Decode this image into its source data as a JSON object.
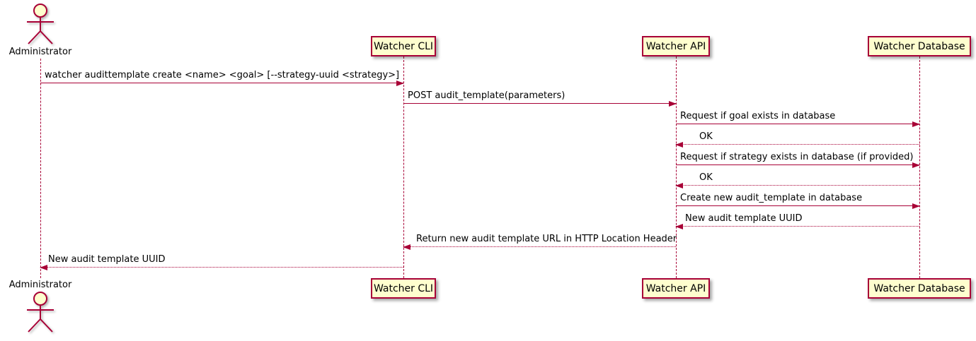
{
  "diagram_type": "uml-sequence",
  "colors": {
    "participant_fill": "#FEFECE",
    "participant_border": "#A80036",
    "line": "#A80036",
    "text": "#000000",
    "background": "#FFFFFF"
  },
  "actor": {
    "label": "Administrator"
  },
  "participants": [
    {
      "label": "Watcher CLI"
    },
    {
      "label": "Watcher API"
    },
    {
      "label": "Watcher Database"
    }
  ],
  "messages": [
    {
      "from": "Administrator",
      "to": "Watcher CLI",
      "style": "solid",
      "text": "watcher audittemplate create <name> <goal> [--strategy-uuid <strategy>]"
    },
    {
      "from": "Watcher CLI",
      "to": "Watcher API",
      "style": "solid",
      "text": "POST audit_template(parameters)"
    },
    {
      "from": "Watcher API",
      "to": "Watcher Database",
      "style": "solid",
      "text": "Request if goal exists in database"
    },
    {
      "from": "Watcher Database",
      "to": "Watcher API",
      "style": "dotted",
      "text": "OK"
    },
    {
      "from": "Watcher API",
      "to": "Watcher Database",
      "style": "solid",
      "text": "Request if strategy exists in database (if provided)"
    },
    {
      "from": "Watcher Database",
      "to": "Watcher API",
      "style": "dotted",
      "text": "OK"
    },
    {
      "from": "Watcher API",
      "to": "Watcher Database",
      "style": "solid",
      "text": "Create new audit_template in database"
    },
    {
      "from": "Watcher Database",
      "to": "Watcher API",
      "style": "dotted",
      "text": "New audit template UUID"
    },
    {
      "from": "Watcher API",
      "to": "Watcher CLI",
      "style": "dotted",
      "text": "Return new audit template URL in HTTP Location Header"
    },
    {
      "from": "Watcher CLI",
      "to": "Administrator",
      "style": "dotted",
      "text": "New audit template UUID"
    }
  ]
}
